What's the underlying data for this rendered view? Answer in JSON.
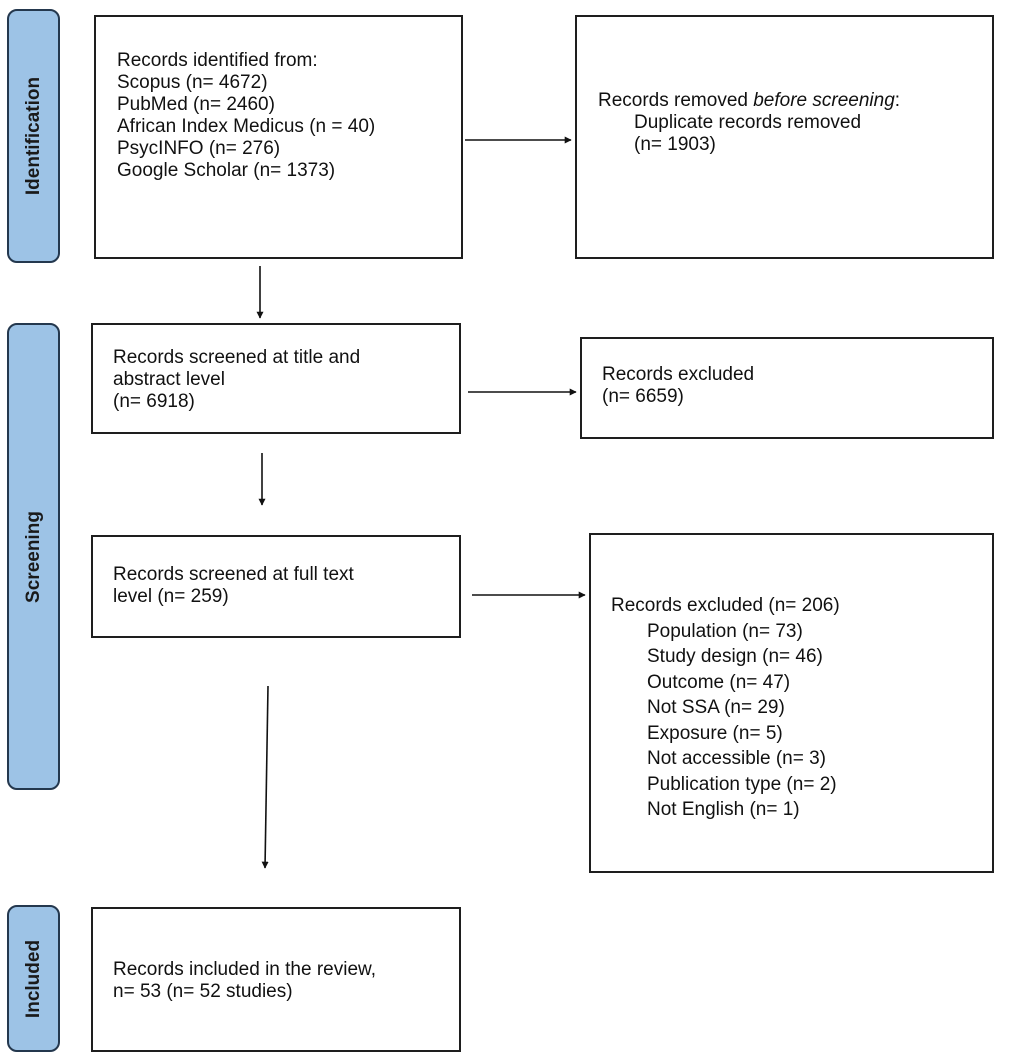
{
  "phases": {
    "identification": "Identification",
    "screening": "Screening",
    "included": "Included"
  },
  "identified": {
    "heading": "Records identified from:",
    "sources": [
      "Scopus (n= 4672)",
      "PubMed (n= 2460)",
      "African Index Medicus (n = 40)",
      "PsycINFO (n= 276)",
      "Google Scholar (n= 1373)"
    ]
  },
  "removed": {
    "prefix": "Records removed ",
    "emphasis": "before screening",
    "suffix": ":",
    "detail": "Duplicate records removed",
    "count": "(n= 1903)"
  },
  "title_screen": {
    "line1": "Records screened at title and",
    "line2": "abstract level",
    "line3": "(n= 6918)"
  },
  "title_excluded": {
    "line1": "Records excluded",
    "line2": "(n= 6659)"
  },
  "fulltext_screen": {
    "line1": "Records screened at full text",
    "line2": "level (n= 259)"
  },
  "fulltext_excluded": {
    "heading": "Records excluded (n= 206)",
    "reasons": [
      "Population (n= 73)",
      "Study design (n= 46)",
      "Outcome (n= 47)",
      "Not SSA (n= 29)",
      "Exposure (n= 5)",
      "Not accessible (n= 3)",
      "Publication type (n= 2)",
      "Not English (n= 1)"
    ]
  },
  "included": {
    "line1": "Records included in the review,",
    "line2": "n= 53 (n= 52 studies)"
  }
}
